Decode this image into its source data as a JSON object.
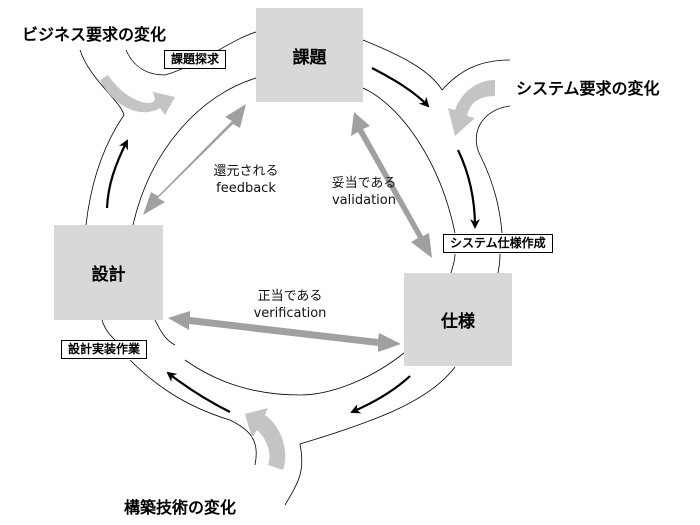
{
  "nodes": {
    "issue": "課題",
    "design": "設計",
    "spec": "仕様"
  },
  "activities": {
    "issue_exploration": "課題探求",
    "spec_creation": "システム仕様作成",
    "design_implementation": "設計実装作業"
  },
  "external_changes": {
    "business": "ビジネス要求の変化",
    "system": "システム要求の変化",
    "technology": "構築技術の変化"
  },
  "relations": {
    "feedback": {
      "ja": "還元される",
      "en": "feedback"
    },
    "validation": {
      "ja": "妥当である",
      "en": "validation"
    },
    "verification": {
      "ja": "正当である",
      "en": "verification"
    }
  },
  "colors": {
    "node_fill": "#d8d8d8",
    "gray_arrow": "#a0a0a0",
    "change_arrow": "#c4c4c4",
    "ink": "#000000"
  }
}
